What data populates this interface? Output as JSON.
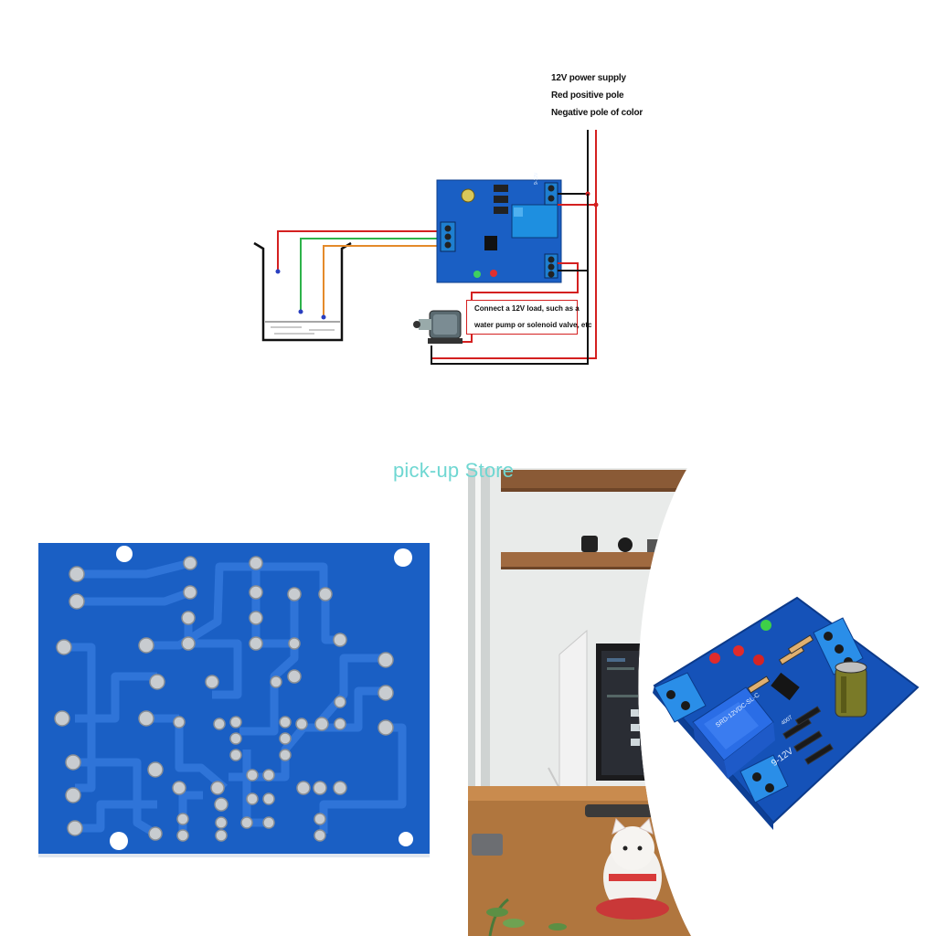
{
  "diagram": {
    "labels": [
      "12V power supply",
      "Red positive pole",
      "Negative pole of color"
    ],
    "load_note": [
      "Connect a 12V load, such as a",
      "water pump or solenoid valve, etc"
    ],
    "terminal_label": "9-12V"
  },
  "watermark": "pick-up Store",
  "photo": {
    "relay_text": "SRD-12VDC-SL-C",
    "terminal_label": "9-12V",
    "diode_text": "4007"
  },
  "colors": {
    "pcb_blue": "#1a5fc4",
    "wire_red": "#d42020",
    "wire_green": "#2db34a",
    "wire_orange": "#e48a2a",
    "watermark": "#6fd7d2"
  }
}
